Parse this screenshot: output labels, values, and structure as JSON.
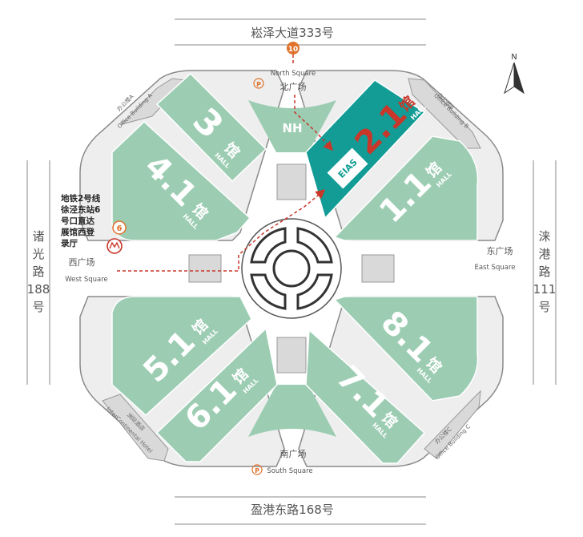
{
  "roads": {
    "north": "崧泽大道333号",
    "south": "盈港东路168号",
    "west_lines": [
      "诸",
      "光",
      "路",
      "188",
      "号"
    ],
    "east_lines": [
      "涞",
      "港",
      "路",
      "111",
      "号"
    ]
  },
  "squares": {
    "north_cn": "北广场",
    "north_en": "North Square",
    "south_cn": "南广场",
    "south_en": "South Square",
    "west_cn": "西广场",
    "west_en": "West Square",
    "east_cn": "东广场",
    "east_en": "East Square"
  },
  "halls": [
    {
      "num": "3",
      "cn": "馆",
      "en": "HALL"
    },
    {
      "num": "4.1",
      "cn": "馆",
      "en": "HALL"
    },
    {
      "num": "2.1",
      "cn": "馆",
      "en": "HALL"
    },
    {
      "num": "1.1",
      "cn": "馆",
      "en": "HALL"
    },
    {
      "num": "5.1",
      "cn": "馆",
      "en": "HALL"
    },
    {
      "num": "6.1",
      "cn": "馆",
      "en": "HALL"
    },
    {
      "num": "8.1",
      "cn": "馆",
      "en": "HALL"
    },
    {
      "num": "7.1",
      "cn": "馆",
      "en": "HALL"
    }
  ],
  "offices": {
    "a_cn": "办公楼A",
    "a_en": "Office Building A",
    "b_cn": "办公楼B",
    "b_en": "Office Building B",
    "c_cn": "办公楼C",
    "c_en": "Office Building C",
    "hotel_cn": "洲际酒店",
    "hotel_en": "InterContinental Hotel"
  },
  "markers": {
    "gate_north": "10",
    "gate_west": "6",
    "parking": "P",
    "nh": "NH",
    "eias": "EIAS",
    "compass": "N"
  },
  "metro_note": [
    "地铁2号线",
    "徐泾东站6",
    "号口直达",
    "展馆西登",
    "录厅"
  ],
  "colors": {
    "hall_green": "#9ccdb3",
    "hall_highlight": "#129c95",
    "route_red": "#c8372a",
    "gate_orange": "#e0722b",
    "building_gray": "#d9d9d9",
    "road_gray": "#555555"
  }
}
